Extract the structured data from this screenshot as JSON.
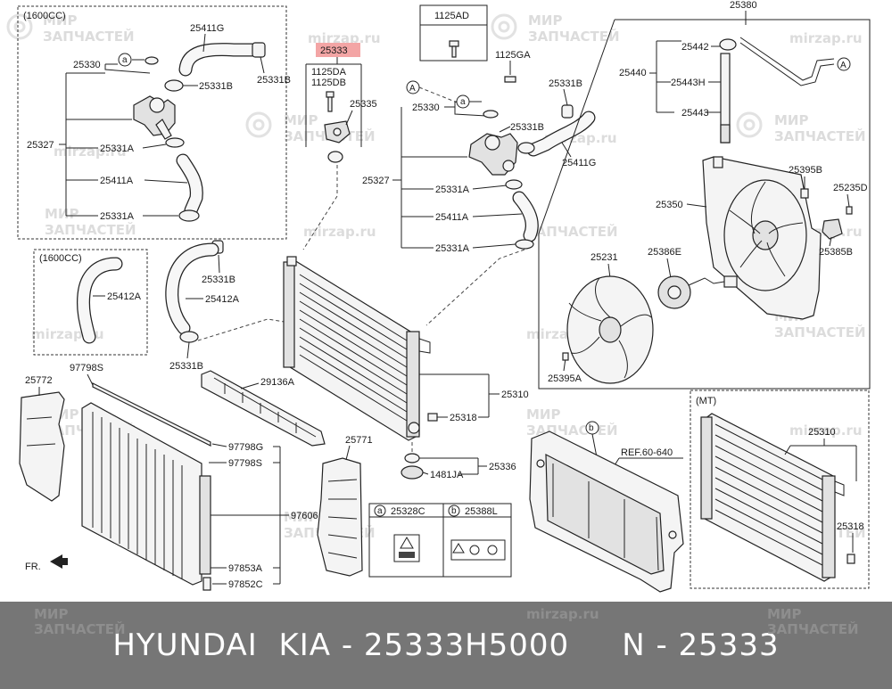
{
  "watermark": {
    "cyrillic_line1": "МИР",
    "cyrillic_line2": "ЗАПЧАСТЕЙ",
    "url": "mirzap.ru"
  },
  "callouts": {
    "box_1600cc_top": "(1600CC)",
    "box_1600cc_mid": "(1600CC)",
    "box_mt": "(MT)",
    "bolt_1125AD": "1125AD",
    "highlight_25333": "25333",
    "ref": "REF.60-640",
    "fr": "FR."
  },
  "labels": {
    "p25411G_a": "25411G",
    "p25330_a": "25330",
    "p25331B_a": "25331B",
    "p25327_a": "25327",
    "p25331A_a": "25331A",
    "p25411A_a": "25411A",
    "p25331A_b": "25331A",
    "p1125DA": "1125DA",
    "p1125DB": "1125DB",
    "p25335": "25335",
    "p1125GA": "1125GA",
    "p25331B_b": "25331B",
    "p25330_b": "25330",
    "p25331B_c": "25331B",
    "p25411G_b": "25411G",
    "p25327_b": "25327",
    "p25331A_c": "25331A",
    "p25411A_b": "25411A",
    "p25331A_d": "25331A",
    "p25380": "25380",
    "p25442": "25442",
    "p25440": "25440",
    "p25443H": "25443H",
    "p25443": "25443",
    "p25395B": "25395B",
    "p25235D": "25235D",
    "p25350": "25350",
    "p25386E": "25386E",
    "p25385B": "25385B",
    "p25231": "25231",
    "p25395A": "25395A",
    "p25412A_a": "25412A",
    "p25331B_d": "25331B",
    "p25412A_b": "25412A",
    "p25331B_e": "25331B",
    "p25772": "25772",
    "p97798S_a": "97798S",
    "p29136A": "29136A",
    "p25310_a": "25310",
    "p25318_a": "25318",
    "p97798G": "97798G",
    "p97798S_b": "97798S",
    "p25771": "25771",
    "p25336": "25336",
    "p1481JA": "1481JA",
    "p97606": "97606",
    "p97853A": "97853A",
    "p97852C": "97852C",
    "p25310_b": "25310",
    "p25318_b": "25318",
    "legend_a_part": "25328C",
    "legend_b_part": "25388L",
    "circle_a": "a",
    "circle_b": "b",
    "circle_A": "A"
  },
  "footer": {
    "text": "HYUNDAI  KIA - 25333H5000     N - 25333"
  },
  "colors": {
    "highlight": "#f3a5a5",
    "banner": "#767676",
    "banner_text": "#ffffff",
    "line": "#222222"
  }
}
